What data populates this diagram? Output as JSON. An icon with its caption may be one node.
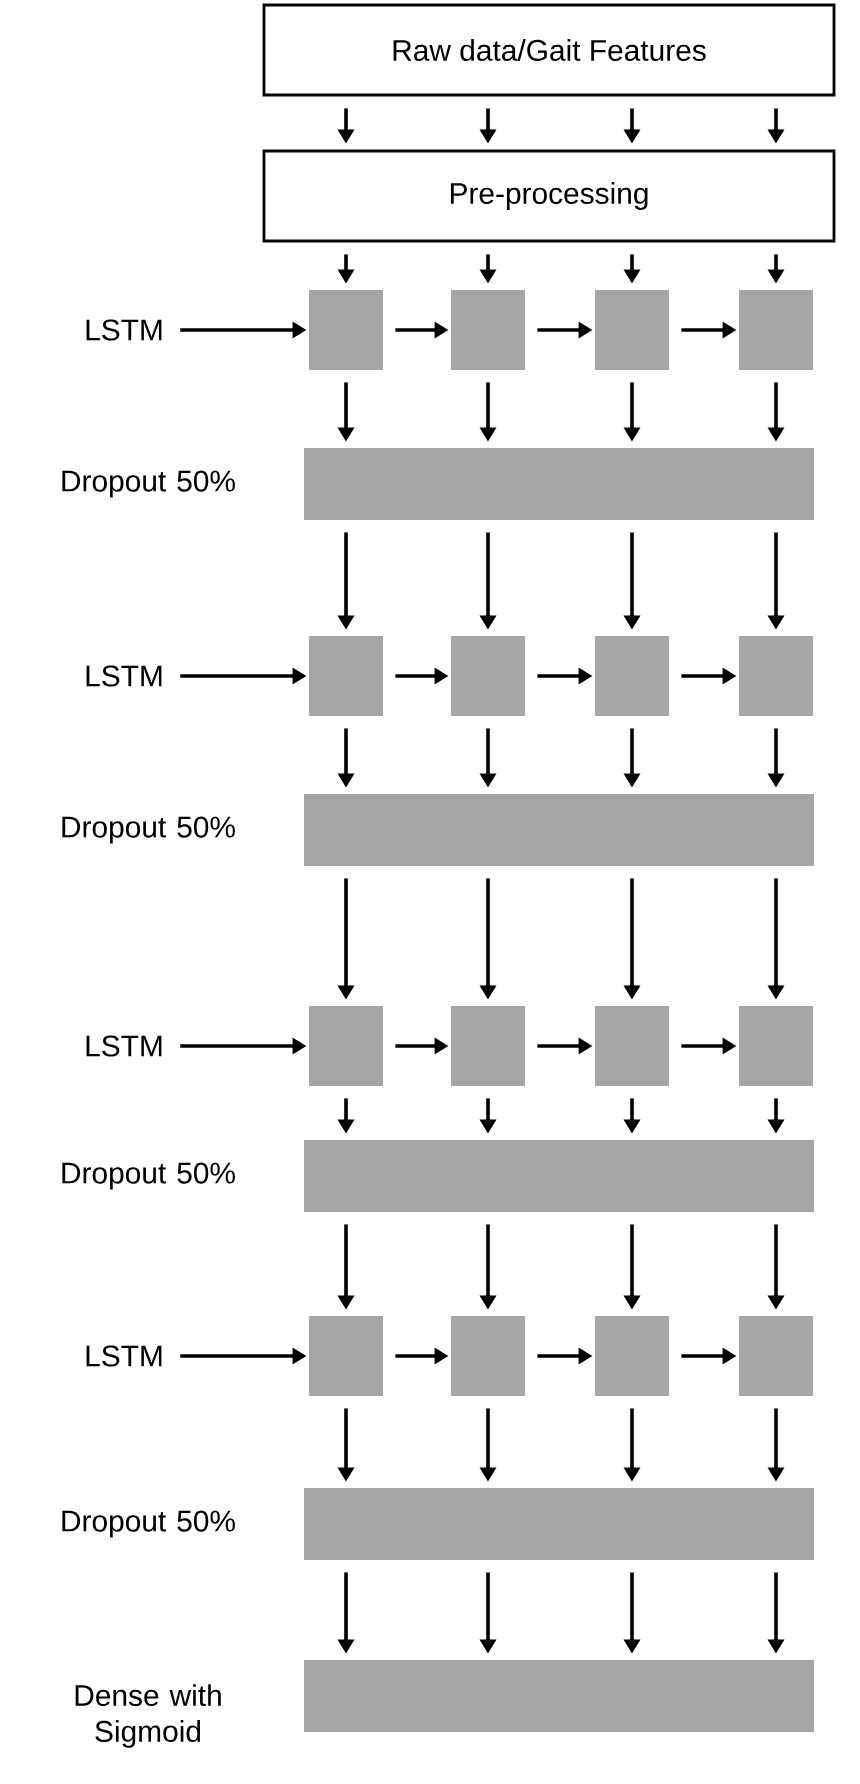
{
  "diagram": {
    "nodes": [
      {
        "text": [
          "Raw data/Gait Features"
        ]
      },
      {
        "text": [
          "Pre-processing"
        ]
      },
      {
        "text": [
          "LSTM"
        ]
      },
      {
        "text": [],
        "shape": "box"
      },
      {
        "text": [],
        "shape": "box"
      },
      {
        "text": [],
        "shape": "box"
      },
      {
        "text": [],
        "shape": "box"
      },
      {
        "text": [],
        "shape": "bar",
        "beside": [
          "Dropout 50%"
        ]
      },
      {
        "text": [
          "LSTM"
        ]
      },
      {
        "text": [],
        "shape": "box"
      },
      {
        "text": [],
        "shape": "box"
      },
      {
        "text": [],
        "shape": "box"
      },
      {
        "text": [],
        "shape": "box"
      },
      {
        "text": [],
        "shape": "bar",
        "beside": [
          "Dropout 50%"
        ]
      },
      {
        "text": [
          "LSTM"
        ]
      },
      {
        "text": [],
        "shape": "box"
      },
      {
        "text": [],
        "shape": "box"
      },
      {
        "text": [],
        "shape": "box"
      },
      {
        "text": [],
        "shape": "box"
      },
      {
        "text": [],
        "shape": "bar",
        "beside": [
          "Dropout 50%"
        ]
      },
      {
        "text": [
          "LSTM"
        ]
      },
      {
        "text": [],
        "shape": "box"
      },
      {
        "text": [],
        "shape": "box"
      },
      {
        "text": [],
        "shape": "box"
      },
      {
        "text": [],
        "shape": "box"
      },
      {
        "text": [],
        "shape": "bar",
        "beside": [
          "Dropout 50%"
        ]
      },
      {
        "text": [],
        "shape": "bar",
        "beside": [
          "Dense with Sigmoid"
        ]
      }
    ],
    "edges": [
      {
        "from": 0,
        "to": 1,
        "arrow": "to"
      },
      {
        "from": 0,
        "to": 1,
        "arrow": "to"
      },
      {
        "from": 0,
        "to": 1,
        "arrow": "to"
      },
      {
        "from": 0,
        "to": 1,
        "arrow": "to"
      },
      {
        "from": 1,
        "to": 3,
        "arrow": "to"
      },
      {
        "from": 1,
        "to": 4,
        "arrow": "to"
      },
      {
        "from": 1,
        "to": 5,
        "arrow": "to"
      },
      {
        "from": 1,
        "to": 6,
        "arrow": "to"
      },
      {
        "from": 2,
        "to": 3,
        "arrow": "to"
      },
      {
        "from": 3,
        "to": 4,
        "arrow": "to"
      },
      {
        "from": 4,
        "to": 5,
        "arrow": "to"
      },
      {
        "from": 5,
        "to": 6,
        "arrow": "to"
      },
      {
        "from": 3,
        "to": 7,
        "arrow": "to"
      },
      {
        "from": 4,
        "to": 7,
        "arrow": "to"
      },
      {
        "from": 5,
        "to": 7,
        "arrow": "to"
      },
      {
        "from": 6,
        "to": 7,
        "arrow": "to"
      },
      {
        "from": 7,
        "to": 9,
        "arrow": "to"
      },
      {
        "from": 7,
        "to": 10,
        "arrow": "to"
      },
      {
        "from": 7,
        "to": 11,
        "arrow": "to"
      },
      {
        "from": 7,
        "to": 12,
        "arrow": "to"
      },
      {
        "from": 8,
        "to": 9,
        "arrow": "to"
      },
      {
        "from": 9,
        "to": 10,
        "arrow": "to"
      },
      {
        "from": 10,
        "to": 11,
        "arrow": "to"
      },
      {
        "from": 11,
        "to": 12,
        "arrow": "to"
      },
      {
        "from": 9,
        "to": 13,
        "arrow": "to"
      },
      {
        "from": 10,
        "to": 13,
        "arrow": "to"
      },
      {
        "from": 11,
        "to": 13,
        "arrow": "to"
      },
      {
        "from": 12,
        "to": 13,
        "arrow": "to"
      },
      {
        "from": 13,
        "to": 15,
        "arrow": "to"
      },
      {
        "from": 13,
        "to": 16,
        "arrow": "to"
      },
      {
        "from": 13,
        "to": 17,
        "arrow": "to"
      },
      {
        "from": 13,
        "to": 18,
        "arrow": "to"
      },
      {
        "from": 14,
        "to": 15,
        "arrow": "to"
      },
      {
        "from": 15,
        "to": 16,
        "arrow": "to"
      },
      {
        "from": 16,
        "to": 17,
        "arrow": "to"
      },
      {
        "from": 17,
        "to": 18,
        "arrow": "to"
      },
      {
        "from": 15,
        "to": 19,
        "arrow": "to"
      },
      {
        "from": 16,
        "to": 19,
        "arrow": "to"
      },
      {
        "from": 17,
        "to": 19,
        "arrow": "to"
      },
      {
        "from": 18,
        "to": 19,
        "arrow": "to"
      },
      {
        "from": 19,
        "to": 21,
        "arrow": "to"
      },
      {
        "from": 19,
        "to": 22,
        "arrow": "to"
      },
      {
        "from": 19,
        "to": 23,
        "arrow": "to"
      },
      {
        "from": 19,
        "to": 24,
        "arrow": "to"
      },
      {
        "from": 20,
        "to": 21,
        "arrow": "to"
      },
      {
        "from": 21,
        "to": 22,
        "arrow": "to"
      },
      {
        "from": 22,
        "to": 23,
        "arrow": "to"
      },
      {
        "from": 23,
        "to": 24,
        "arrow": "to"
      },
      {
        "from": 21,
        "to": 25,
        "arrow": "to"
      },
      {
        "from": 22,
        "to": 25,
        "arrow": "to"
      },
      {
        "from": 23,
        "to": 25,
        "arrow": "to"
      },
      {
        "from": 24,
        "to": 25,
        "arrow": "to"
      },
      {
        "from": 25,
        "to": 26,
        "arrow": "to"
      },
      {
        "from": 25,
        "to": 26,
        "arrow": "to"
      },
      {
        "from": 25,
        "to": 26,
        "arrow": "to"
      },
      {
        "from": 25,
        "to": 26,
        "arrow": "to"
      }
    ]
  }
}
